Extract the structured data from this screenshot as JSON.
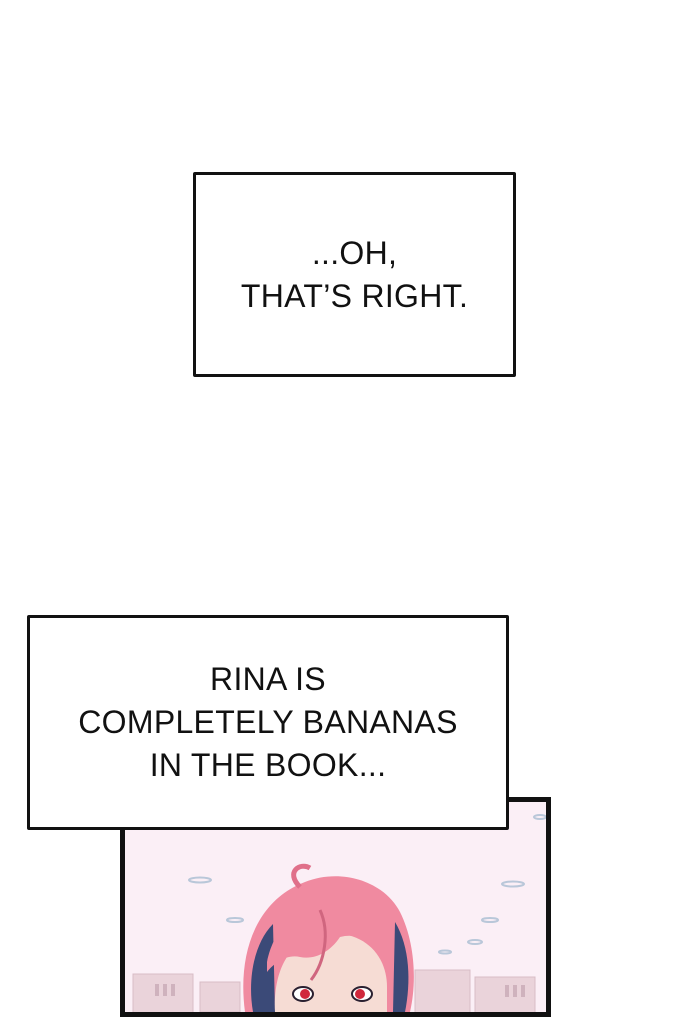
{
  "caption_top": {
    "lines": [
      "...OH,",
      "THAT’S RIGHT."
    ]
  },
  "caption_bottom": {
    "lines": [
      "RINA IS",
      "COMPLETELY BANANAS",
      "IN THE BOOK..."
    ]
  },
  "illustration": {
    "description_icon": "comic-panel-character-illustration",
    "colors": {
      "sky": "#fbeff6",
      "hair": "#f08aa0",
      "hair_dark": "#3b4a78",
      "skin": "#f6dcd4",
      "eyes": "#d0283c",
      "buildings": "#e8cfd6"
    }
  }
}
